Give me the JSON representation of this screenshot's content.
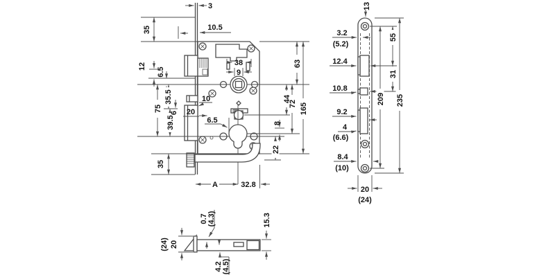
{
  "colors": {
    "line": "#4c4c4c",
    "text": "#141414",
    "background": "#ffffff"
  },
  "dims_main": {
    "d3": "3",
    "d10_5": "10.5",
    "d35_top": "35",
    "d12": "12",
    "d6_5_upper": "6.5",
    "d35_5": "35.5",
    "d6": "6",
    "d75": "75",
    "d39_5": "39.5",
    "d35_bottom": "35",
    "d20": "20",
    "d10": "10",
    "d6_5_cyl": "6.5",
    "d38": "38",
    "d9": "9",
    "dA": "A",
    "d32_8": "32.8",
    "d63": "63",
    "d44": "44",
    "d72": "72",
    "d165": "165",
    "d8": "8",
    "d22": "22"
  },
  "dims_plate": {
    "d13": "13",
    "d3_2": "3.2",
    "d5_2": "(5.2)",
    "d12_4": "12.4",
    "d10_8": "10.8",
    "d9_2": "9.2",
    "d4": "4",
    "d6_6": "(6.6)",
    "d8_4": "8.4",
    "d10_alt": "(10)",
    "d55": "55",
    "d31": "31",
    "d209": "209",
    "d235": "235",
    "d20": "20",
    "d24": "(24)"
  },
  "dims_detail": {
    "d24": "(24)",
    "d20": "20",
    "d0_7": "0.7",
    "d4_3": "(4.3)",
    "d4_2": "4.2",
    "d4_5": "(4.5)",
    "d15_3": "15.3"
  }
}
